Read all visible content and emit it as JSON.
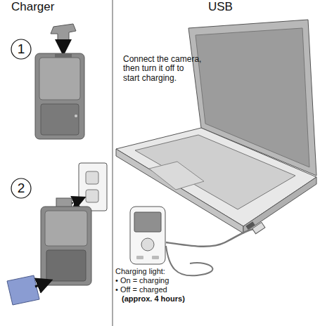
{
  "diagram": {
    "nodes": [
      {
        "text": [
          "1"
        ]
      },
      {
        "text": [
          "2"
        ]
      }
    ],
    "labels": [
      "Charger",
      "USB",
      "Connect the camera, then turn it off to start charging.",
      "Charging light:",
      "• On = charging",
      "• Off = charged",
      "(approx. 4 hours)"
    ]
  }
}
